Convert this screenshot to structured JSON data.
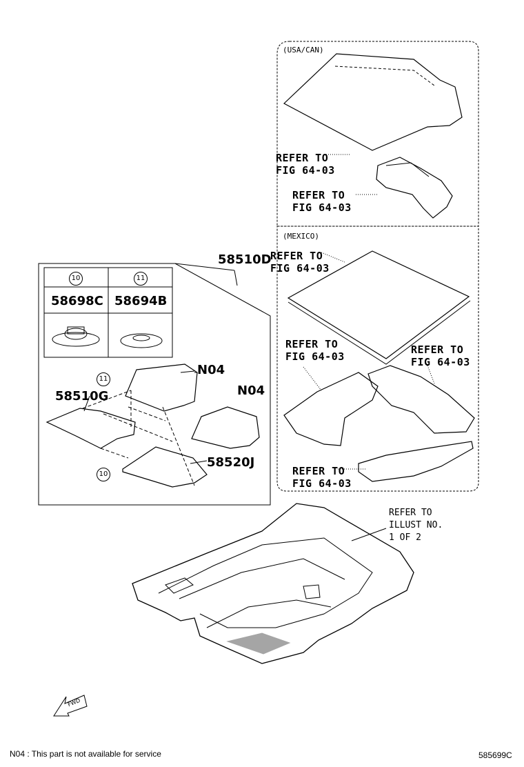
{
  "regions": {
    "usa": "(USA/CAN)",
    "mexico": "(MEXICO)"
  },
  "refer": {
    "line1": "REFER TO",
    "fig": "FIG 64-03"
  },
  "refer_illust": {
    "l1": "REFER TO",
    "l2": "ILLUST NO.",
    "l3": "1 OF 2"
  },
  "parts": {
    "p58510D": "58510D",
    "p58510G": "58510G",
    "p58520J": "58520J",
    "p58698C": "58698C",
    "p58694B": "58694B",
    "n04a": "N04",
    "n04b": "N04"
  },
  "circled": {
    "c10": "10",
    "c11": "11"
  },
  "footnote": "N04 : This part is not available for service",
  "diagram_id": "585699C",
  "fwd_icon": "FWD"
}
